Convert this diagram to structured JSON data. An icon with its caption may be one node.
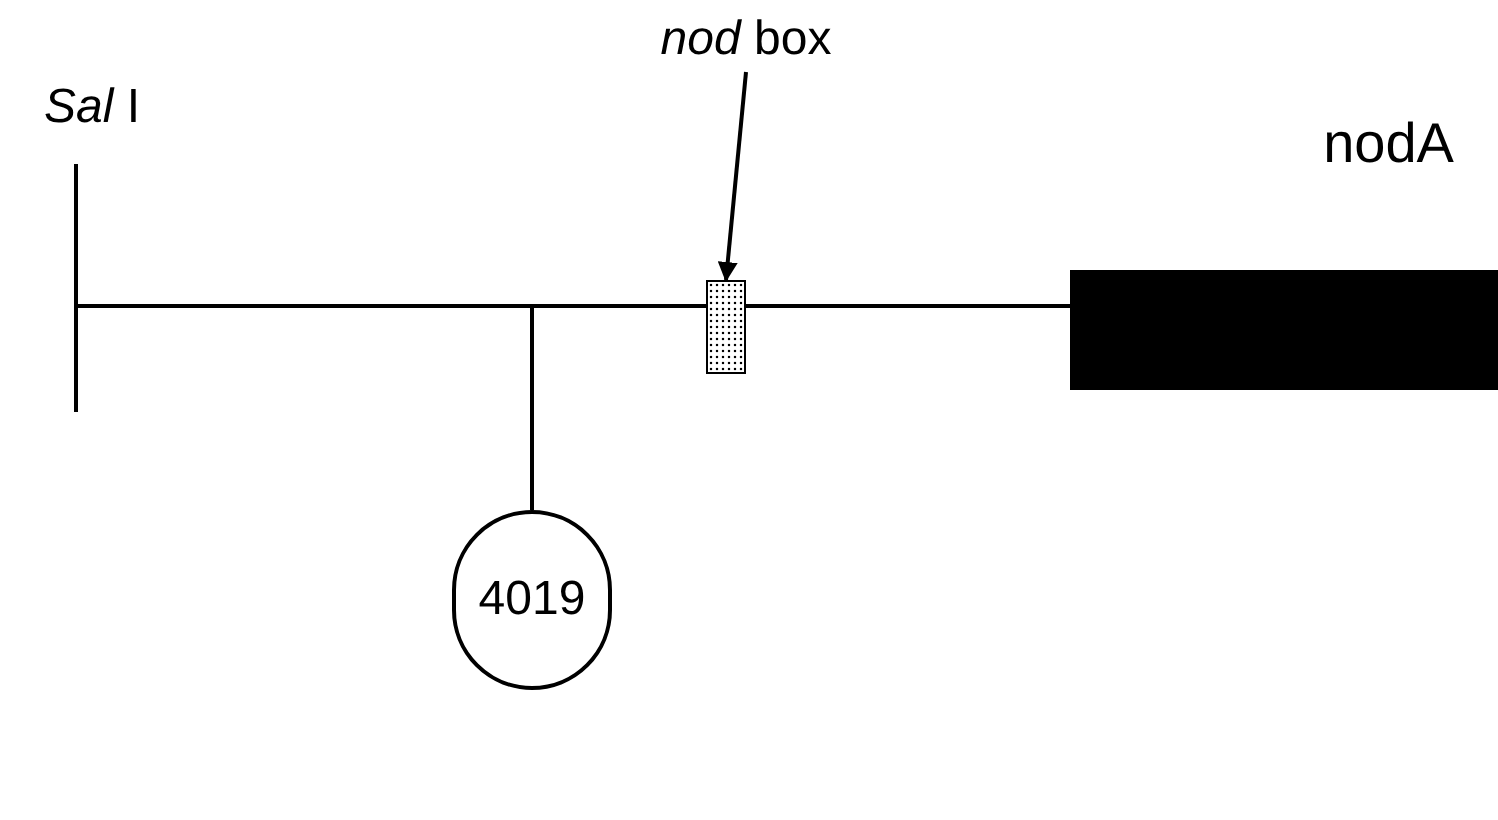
{
  "diagram": {
    "nodes": [
      {
        "text": [
          "*nod* box"
        ]
      },
      {
        "text": [],
        "shape": "box"
      },
      {
        "text": [
          "nodA"
        ]
      },
      {
        "text": [
          "4019"
        ]
      }
    ],
    "edges": [
      {
        "from": 0,
        "to": 1,
        "arrow": "to"
      },
      {
        "from": 3,
        "to": null,
        "arrow": "none"
      }
    ],
    "labels": [
      "*Sal* I"
    ]
  }
}
